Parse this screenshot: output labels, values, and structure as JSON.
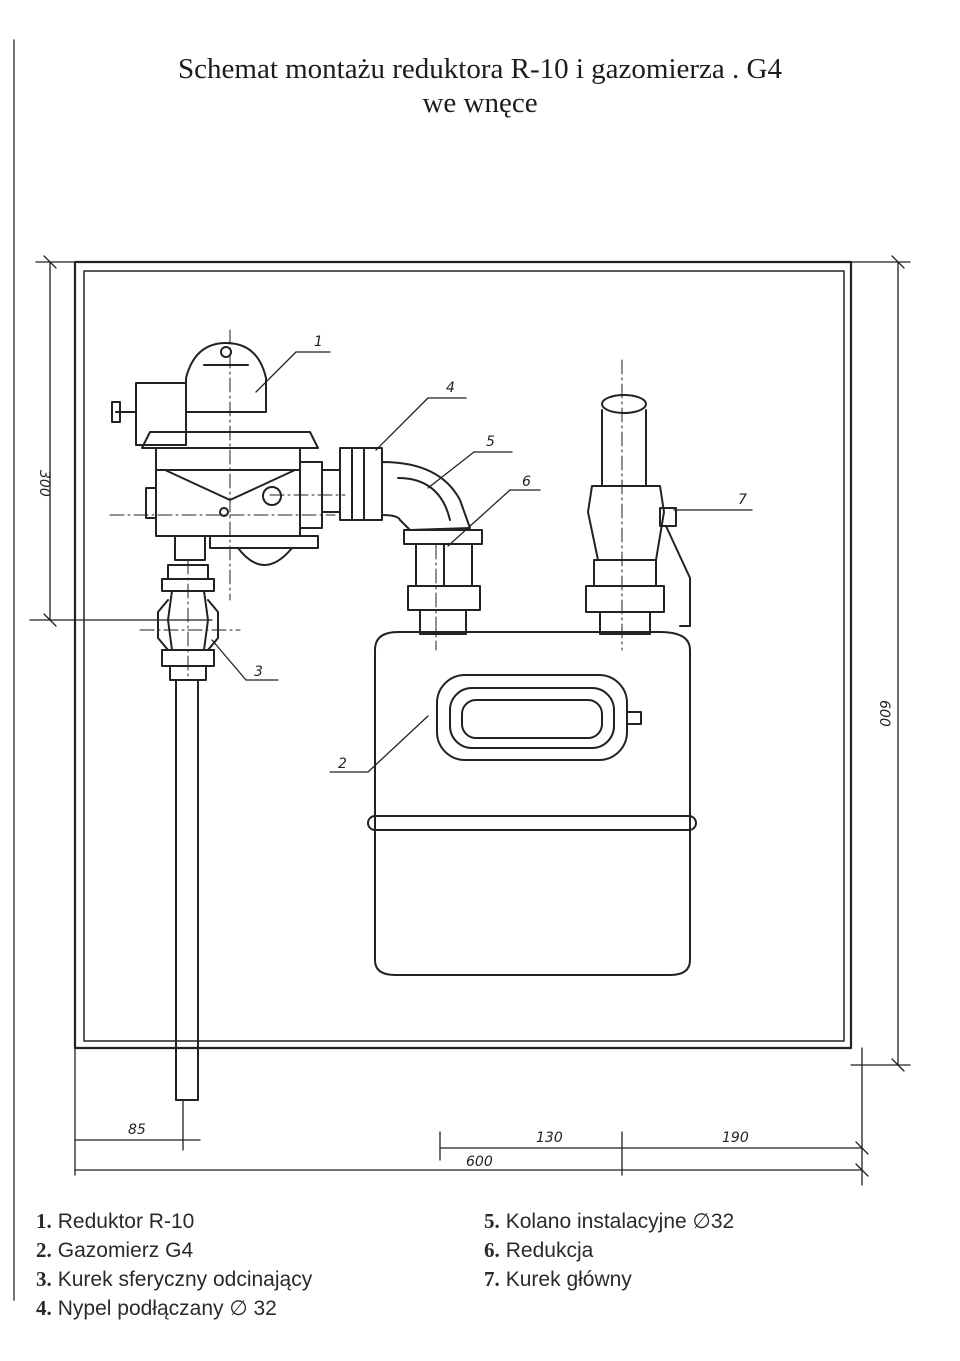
{
  "title": "Schemat montażu reduktora R-10 i gazomierza . G4",
  "subtitle": "we wnęce",
  "dimensions": {
    "height_300": "300",
    "height_600": "600",
    "width_85": "85",
    "width_130": "130",
    "width_190": "190",
    "width_600": "600"
  },
  "callouts": [
    "1",
    "2",
    "3",
    "4",
    "5",
    "6",
    "7"
  ],
  "legend": [
    {
      "num": "1.",
      "text": "Reduktor R-10"
    },
    {
      "num": "2.",
      "text": "Gazomierz  G4"
    },
    {
      "num": "3.",
      "text": "Kurek sferyczny odcinający"
    },
    {
      "num": "4.",
      "text": "Nypel podłączany ∅ 32"
    },
    {
      "num": "5.",
      "text": "Kolano instalacyjne ∅32"
    },
    {
      "num": "6.",
      "text": "Redukcja"
    },
    {
      "num": "7.",
      "text": "Kurek główny"
    }
  ]
}
